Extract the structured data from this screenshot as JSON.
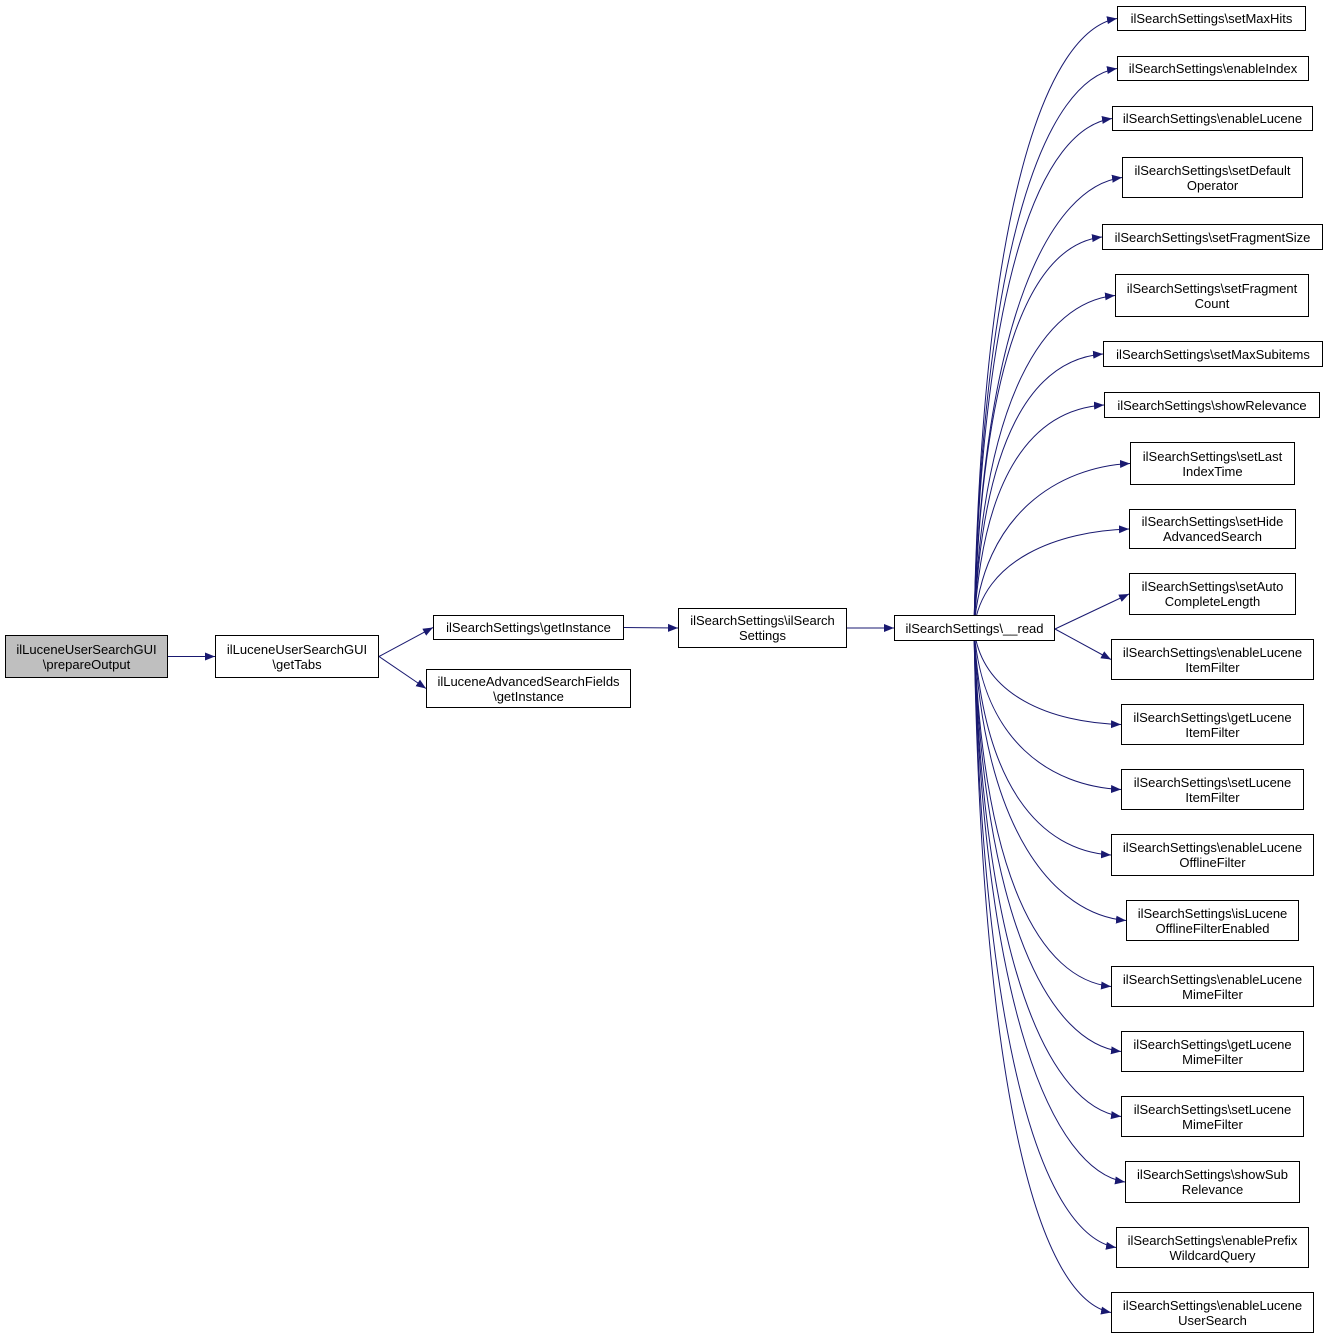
{
  "diagram": {
    "edge_color": "#191970",
    "root_fill": "#bfbfbf",
    "node_fill": "#ffffff",
    "nodes": {
      "root": {
        "label": "ilLuceneUserSearchGUI\n\\prepareOutput"
      },
      "getTabs": {
        "label": "ilLuceneUserSearchGUI\n\\getTabs"
      },
      "getInstance": {
        "label": "ilSearchSettings\\getInstance"
      },
      "advGetInstance": {
        "label": "ilLuceneAdvancedSearchFields\n\\getInstance"
      },
      "ctor": {
        "label": "ilSearchSettings\\ilSearch\nSettings"
      },
      "read": {
        "label": "ilSearchSettings\\__read"
      },
      "t1": {
        "label": "ilSearchSettings\\setMaxHits"
      },
      "t2": {
        "label": "ilSearchSettings\\enableIndex"
      },
      "t3": {
        "label": "ilSearchSettings\\enableLucene"
      },
      "t4": {
        "label": "ilSearchSettings\\setDefault\nOperator"
      },
      "t5": {
        "label": "ilSearchSettings\\setFragmentSize"
      },
      "t6": {
        "label": "ilSearchSettings\\setFragment\nCount"
      },
      "t7": {
        "label": "ilSearchSettings\\setMaxSubitems"
      },
      "t8": {
        "label": "ilSearchSettings\\showRelevance"
      },
      "t9": {
        "label": "ilSearchSettings\\setLast\nIndexTime"
      },
      "t10": {
        "label": "ilSearchSettings\\setHide\nAdvancedSearch"
      },
      "t11": {
        "label": "ilSearchSettings\\setAuto\nCompleteLength"
      },
      "t12": {
        "label": "ilSearchSettings\\enableLucene\nItemFilter"
      },
      "t13": {
        "label": "ilSearchSettings\\getLucene\nItemFilter"
      },
      "t14": {
        "label": "ilSearchSettings\\setLucene\nItemFilter"
      },
      "t15": {
        "label": "ilSearchSettings\\enableLucene\nOfflineFilter"
      },
      "t16": {
        "label": "ilSearchSettings\\isLucene\nOfflineFilterEnabled"
      },
      "t17": {
        "label": "ilSearchSettings\\enableLucene\nMimeFilter"
      },
      "t18": {
        "label": "ilSearchSettings\\getLucene\nMimeFilter"
      },
      "t19": {
        "label": "ilSearchSettings\\setLucene\nMimeFilter"
      },
      "t20": {
        "label": "ilSearchSettings\\showSub\nRelevance"
      },
      "t21": {
        "label": "ilSearchSettings\\enablePrefix\nWildcardQuery"
      },
      "t22": {
        "label": "ilSearchSettings\\enableLucene\nUserSearch"
      }
    },
    "edges": [
      [
        "root",
        "getTabs"
      ],
      [
        "getTabs",
        "getInstance"
      ],
      [
        "getTabs",
        "advGetInstance"
      ],
      [
        "getInstance",
        "ctor"
      ],
      [
        "ctor",
        "read"
      ],
      [
        "read",
        "t1"
      ],
      [
        "read",
        "t2"
      ],
      [
        "read",
        "t3"
      ],
      [
        "read",
        "t4"
      ],
      [
        "read",
        "t5"
      ],
      [
        "read",
        "t6"
      ],
      [
        "read",
        "t7"
      ],
      [
        "read",
        "t8"
      ],
      [
        "read",
        "t9"
      ],
      [
        "read",
        "t10"
      ],
      [
        "read",
        "t11"
      ],
      [
        "read",
        "t12"
      ],
      [
        "read",
        "t13"
      ],
      [
        "read",
        "t14"
      ],
      [
        "read",
        "t15"
      ],
      [
        "read",
        "t16"
      ],
      [
        "read",
        "t17"
      ],
      [
        "read",
        "t18"
      ],
      [
        "read",
        "t19"
      ],
      [
        "read",
        "t20"
      ],
      [
        "read",
        "t21"
      ],
      [
        "read",
        "t22"
      ]
    ]
  }
}
